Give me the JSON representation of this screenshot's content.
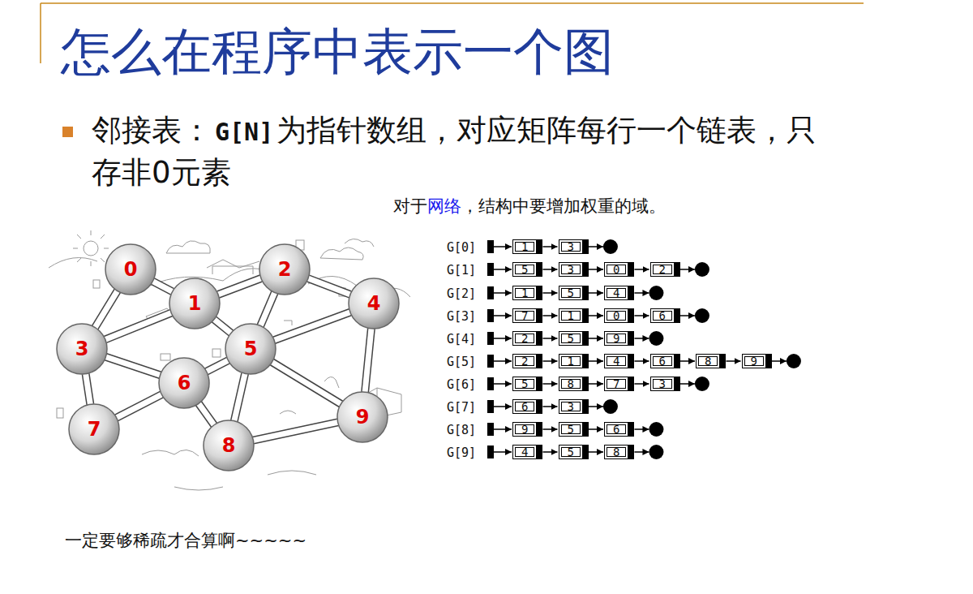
{
  "diagram": {
    "title": "怎么在程序中表示一个图",
    "caption": "一定要够稀疏才合算啊~~~~~",
    "nodes": [
      {
        "text": [
          "0"
        ]
      },
      {
        "text": [
          "1"
        ]
      },
      {
        "text": [
          "2"
        ]
      },
      {
        "text": [
          "3"
        ]
      },
      {
        "text": [
          "4"
        ]
      },
      {
        "text": [
          "5"
        ]
      },
      {
        "text": [
          "6"
        ]
      },
      {
        "text": [
          "7"
        ]
      },
      {
        "text": [
          "8"
        ]
      },
      {
        "text": [
          "9"
        ]
      },
      {
        "text": [
          "1"
        ]
      },
      {
        "text": [
          "3"
        ]
      },
      {
        "text": [
          "5"
        ]
      },
      {
        "text": [
          "3"
        ]
      },
      {
        "text": [
          "0"
        ]
      },
      {
        "text": [
          "2"
        ]
      },
      {
        "text": [
          "1"
        ]
      },
      {
        "text": [
          "5"
        ]
      },
      {
        "text": [
          "4"
        ]
      },
      {
        "text": [
          "7"
        ]
      },
      {
        "text": [
          "1"
        ]
      },
      {
        "text": [
          "0"
        ]
      },
      {
        "text": [
          "6"
        ]
      },
      {
        "text": [
          "2"
        ]
      },
      {
        "text": [
          "5"
        ]
      },
      {
        "text": [
          "9"
        ]
      },
      {
        "text": [
          "2"
        ]
      },
      {
        "text": [
          "1"
        ]
      },
      {
        "text": [
          "4"
        ]
      },
      {
        "text": [
          "6"
        ]
      },
      {
        "text": [
          "8"
        ]
      },
      {
        "text": [
          "9"
        ]
      },
      {
        "text": [
          "5"
        ]
      },
      {
        "text": [
          "8"
        ]
      },
      {
        "text": [
          "7"
        ]
      },
      {
        "text": [
          "3"
        ]
      },
      {
        "text": [
          "6"
        ]
      },
      {
        "text": [
          "3"
        ]
      },
      {
        "text": [
          "9"
        ]
      },
      {
        "text": [
          "5"
        ]
      },
      {
        "text": [
          "6"
        ]
      },
      {
        "text": [
          "4"
        ]
      },
      {
        "text": [
          "5"
        ]
      },
      {
        "text": [
          "8"
        ]
      }
    ],
    "edges": [
      {
        "from": 0,
        "to": 1,
        "arrow": "none"
      },
      {
        "from": 0,
        "to": 3,
        "arrow": "none"
      },
      {
        "from": 1,
        "to": 2,
        "arrow": "none"
      },
      {
        "from": 1,
        "to": 3,
        "arrow": "none"
      },
      {
        "from": 1,
        "to": 5,
        "arrow": "none"
      },
      {
        "from": 2,
        "to": 5,
        "arrow": "none"
      },
      {
        "from": 2,
        "to": 4,
        "arrow": "none"
      },
      {
        "from": 3,
        "to": 6,
        "arrow": "none"
      },
      {
        "from": 3,
        "to": 7,
        "arrow": "none"
      },
      {
        "from": 4,
        "to": 5,
        "arrow": "none"
      },
      {
        "from": 4,
        "to": 9,
        "arrow": "none"
      },
      {
        "from": 5,
        "to": 6,
        "arrow": "none"
      },
      {
        "from": 5,
        "to": 8,
        "arrow": "none"
      },
      {
        "from": 5,
        "to": 9,
        "arrow": "none"
      },
      {
        "from": 6,
        "to": 7,
        "arrow": "none"
      },
      {
        "from": 6,
        "to": 8,
        "arrow": "none"
      },
      {
        "from": 8,
        "to": 9,
        "arrow": "none"
      },
      {
        "from": 10,
        "to": 11,
        "arrow": "to"
      },
      {
        "from": 12,
        "to": 13,
        "arrow": "to"
      },
      {
        "from": 13,
        "to": 14,
        "arrow": "to"
      },
      {
        "from": 14,
        "to": 15,
        "arrow": "to"
      },
      {
        "from": 16,
        "to": 17,
        "arrow": "to"
      },
      {
        "from": 17,
        "to": 18,
        "arrow": "to"
      },
      {
        "from": 19,
        "to": 20,
        "arrow": "to"
      },
      {
        "from": 20,
        "to": 21,
        "arrow": "to"
      },
      {
        "from": 21,
        "to": 22,
        "arrow": "to"
      },
      {
        "from": 23,
        "to": 24,
        "arrow": "to"
      },
      {
        "from": 24,
        "to": 25,
        "arrow": "to"
      },
      {
        "from": 26,
        "to": 27,
        "arrow": "to"
      },
      {
        "from": 27,
        "to": 28,
        "arrow": "to"
      },
      {
        "from": 28,
        "to": 29,
        "arrow": "to"
      },
      {
        "from": 29,
        "to": 30,
        "arrow": "to"
      },
      {
        "from": 30,
        "to": 31,
        "arrow": "to"
      },
      {
        "from": 32,
        "to": 33,
        "arrow": "to"
      },
      {
        "from": 33,
        "to": 34,
        "arrow": "to"
      },
      {
        "from": 34,
        "to": 35,
        "arrow": "to"
      },
      {
        "from": 36,
        "to": 37,
        "arrow": "to"
      },
      {
        "from": 38,
        "to": 39,
        "arrow": "to"
      },
      {
        "from": 39,
        "to": 40,
        "arrow": "to"
      },
      {
        "from": 41,
        "to": 42,
        "arrow": "to"
      },
      {
        "from": 42,
        "to": 43,
        "arrow": "to"
      }
    ],
    "labels": [
      "邻接表：",
      "G[N]",
      "为指针数组，对应矩阵每行一个链表，只存非0元素",
      "对于",
      "网络",
      "，结构中要增加权重的域。",
      "G[0]",
      "G[1]",
      "G[2]",
      "G[3]",
      "G[4]",
      "G[5]",
      "G[6]",
      "G[7]",
      "G[8]",
      "G[9]"
    ]
  }
}
